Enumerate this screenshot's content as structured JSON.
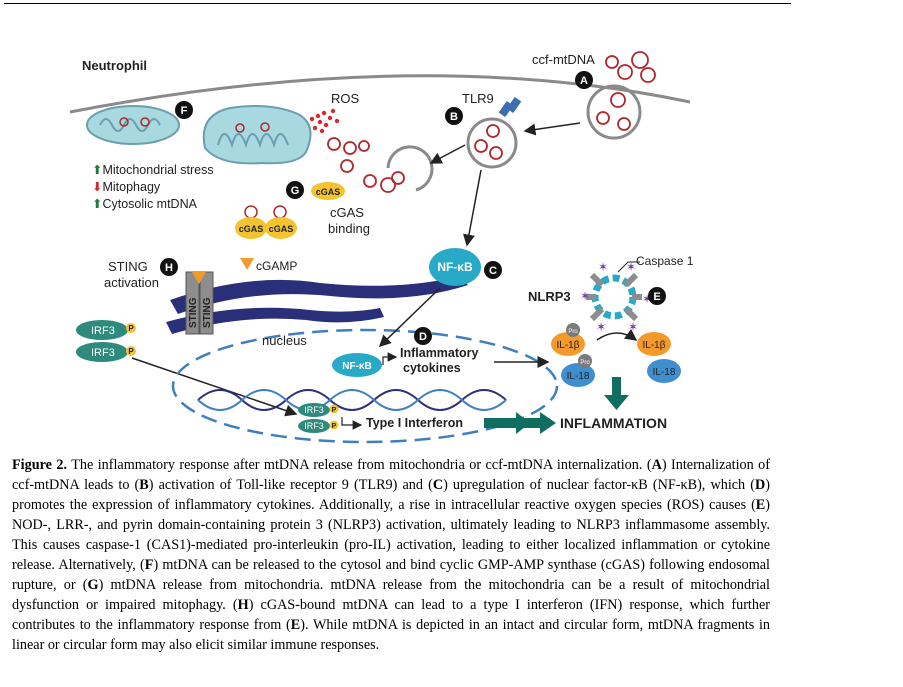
{
  "figure": {
    "cell_label": "Neutrophil",
    "ccf_label": "ccf-mtDNA",
    "tlr9_label": "TLR9",
    "ros_label": "ROS",
    "mito_stress": "Mitochondrial stress",
    "mitophagy": "Mitophagy",
    "cytosolic": "Cytosolic mtDNA",
    "cgas_label": "cGAS",
    "cgas_binding_1": "cGAS",
    "cgas_binding_2": "binding",
    "cgamp_label": "cGAMP",
    "sting_label": "STING",
    "sting_activation": "activation",
    "sting_protein": "STING",
    "irf3_label": "IRF3",
    "p_label": "P",
    "nucleus_label": "nucleus",
    "nfkb_label": "NF-κB",
    "inflam_cytokines_1": "Inflammatory",
    "inflam_cytokines_2": "cytokines",
    "type1_ifn": "Type I Interferon",
    "nlrp3_label": "NLRP3",
    "caspase_label": "Caspase 1",
    "pro_label": "Pro",
    "il1b_label": "IL-1β",
    "il18_label": "IL-18",
    "inflammation_label": "INFLAMMATION",
    "markers": [
      "A",
      "B",
      "C",
      "D",
      "E",
      "F",
      "G",
      "H"
    ],
    "colors": {
      "mito_fill": "#a8d8e0",
      "cgas_fill": "#f4c430",
      "nfkb_fill": "#29a9c8",
      "irf3_fill": "#2d8a7c",
      "il1b_fill": "#f39a2b",
      "il18_fill": "#3f8fd0",
      "ros_red": "#d7282f",
      "nucleus_dark": "#2a2f7a",
      "arrow_teal": "#0f6e60"
    }
  },
  "caption": {
    "label": "Figure 2.",
    "segments": [
      {
        "t": " The inflammatory response after mtDNA release from mitochondria or ccf-mtDNA internalization. (",
        "b": false
      },
      {
        "t": "A",
        "b": true
      },
      {
        "t": ") Internalization of ccf-mtDNA leads to (",
        "b": false
      },
      {
        "t": "B",
        "b": true
      },
      {
        "t": ") activation of Toll-like receptor 9 (TLR9) and (",
        "b": false
      },
      {
        "t": "C",
        "b": true
      },
      {
        "t": ") upregulation of nuclear factor-κB (NF-κB), which (",
        "b": false
      },
      {
        "t": "D",
        "b": true
      },
      {
        "t": ") promotes the expression of inflammatory cytokines. Additionally, a rise in intracellular reactive oxygen species (ROS) causes (",
        "b": false
      },
      {
        "t": "E",
        "b": true
      },
      {
        "t": ") NOD-, LRR-, and pyrin domain-containing protein 3 (NLRP3) activation, ultimately leading to NLRP3 inflammasome assembly. This causes caspase-1 (CAS1)-mediated pro-interleukin (pro-IL) activation, leading to either localized inflammation or cytokine release. Alternatively, (",
        "b": false
      },
      {
        "t": "F",
        "b": true
      },
      {
        "t": ") mtDNA can be released to the cytosol and bind cyclic GMP-AMP synthase (cGAS) following endosomal rupture, or (",
        "b": false
      },
      {
        "t": "G",
        "b": true
      },
      {
        "t": ") mtDNA release from mitochondria. mtDNA release from the mitochondria can be a result of mitochondrial dysfunction or impaired mitophagy. (",
        "b": false
      },
      {
        "t": "H",
        "b": true
      },
      {
        "t": ") cGAS-bound mtDNA can lead to a type I interferon (IFN) response, which further contributes to the inflammatory response from (",
        "b": false
      },
      {
        "t": "E",
        "b": true
      },
      {
        "t": "). While mtDNA is depicted in an intact and circular form, mtDNA fragments in linear or circular form may also elicit similar immune responses.",
        "b": false
      }
    ]
  }
}
